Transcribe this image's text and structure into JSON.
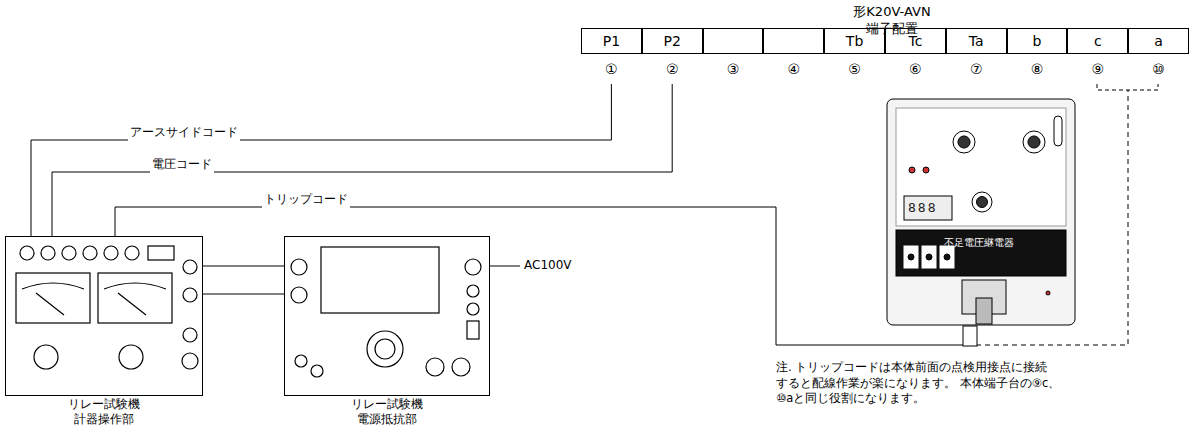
{
  "diagram": {
    "nodes": [
      {
        "text": [
          "リレー試験機 計器操作部"
        ]
      },
      {
        "text": [
          "リレー試験機 電源抵抗部"
        ]
      },
      {
        "text": [
          "P1",
          "①"
        ]
      },
      {
        "text": [
          "P2",
          "②"
        ]
      },
      {
        "text": [
          "③"
        ]
      },
      {
        "text": [
          "④"
        ]
      },
      {
        "text": [
          "Tb",
          "⑤"
        ]
      },
      {
        "text": [
          "Tc",
          "⑥"
        ]
      },
      {
        "text": [
          "Ta",
          "⑦"
        ]
      },
      {
        "text": [
          "b",
          "⑧"
        ]
      },
      {
        "text": [
          "c",
          "⑨"
        ]
      },
      {
        "text": [
          "a",
          "⑩"
        ]
      },
      {
        "text": [
          "不足電圧継電器"
        ]
      }
    ],
    "edges": [
      {
        "from": 0,
        "to": 2,
        "arrow": "none",
        "label": "アースサイドコード"
      },
      {
        "from": 0,
        "to": 3,
        "arrow": "none",
        "label": "電圧コード"
      },
      {
        "from": 0,
        "to": 12,
        "arrow": "none",
        "label": "トリップコード"
      },
      {
        "from": 0,
        "to": 1,
        "arrow": "none"
      },
      {
        "from": 0,
        "to": 1,
        "arrow": "none"
      }
    ],
    "labels": [
      "形K20V-AVN 端子配置",
      "AC100V",
      "注. トリップコードは本体前面の点検用接点に接続 すると配線作業が楽になります。 本体端子台の⑨c、⑩aと同じ役割になります。",
      "888"
    ]
  }
}
